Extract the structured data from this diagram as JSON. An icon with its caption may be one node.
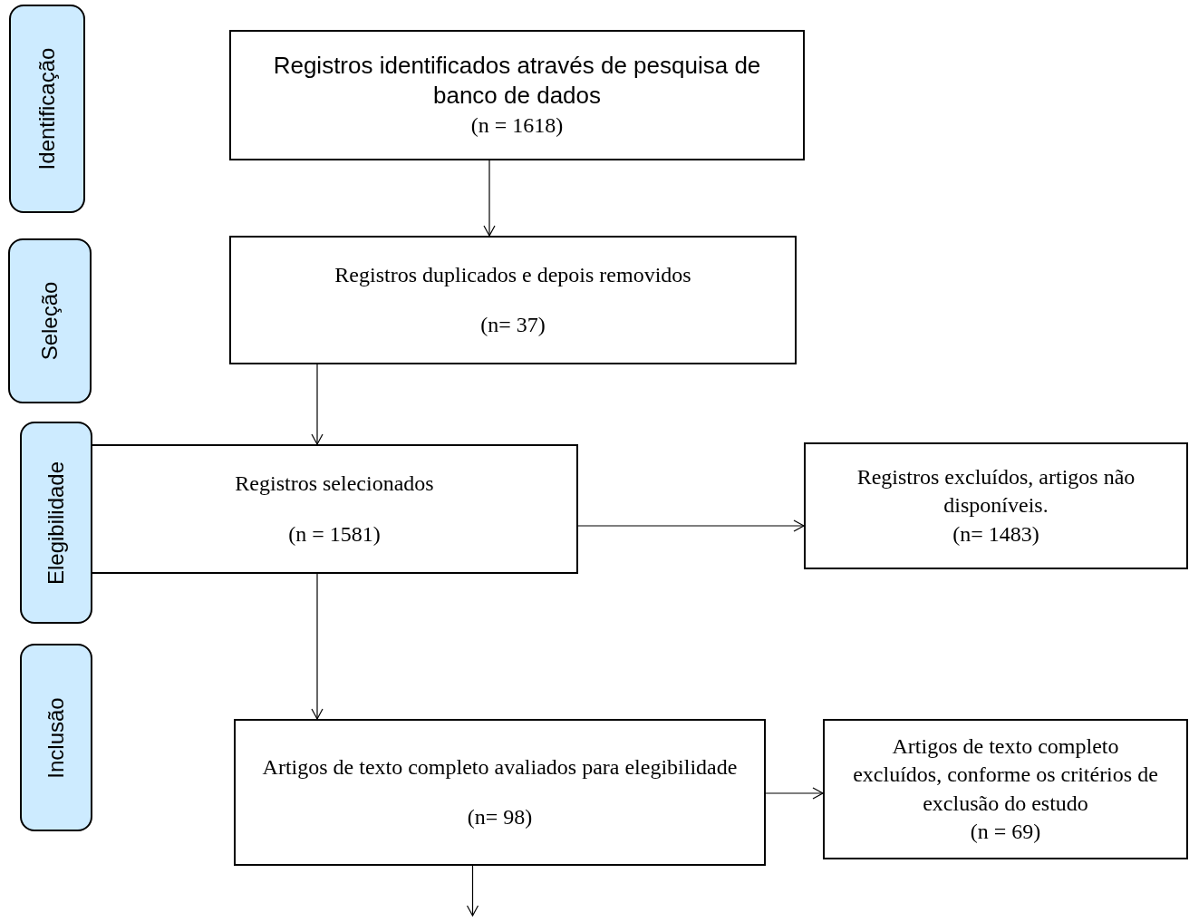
{
  "diagram": {
    "nodes": [
      {
        "text": [
          "Identificação"
        ]
      },
      {
        "text": [
          "Registros identificados através de pesquisa de banco de dados",
          "(n = 1618)"
        ]
      },
      {
        "text": [
          "Seleção"
        ]
      },
      {
        "text": [
          "Registros duplicados e depois removidos",
          "(n= 37)"
        ]
      },
      {
        "text": [
          "Elegibilidade"
        ]
      },
      {
        "text": [
          "Registros selecionados",
          "(n = 1581)"
        ]
      },
      {
        "text": [
          "Registros excluídos, artigos não disponíveis.",
          "(n= 1483)"
        ]
      },
      {
        "text": [
          "Inclusão"
        ]
      },
      {
        "text": [
          "Artigos de texto completo avaliados para elegibilidade",
          "(n= 98)"
        ]
      },
      {
        "text": [
          "Artigos de texto completo excluídos, conforme os critérios de exclusão do estudo",
          "(n = 69)"
        ]
      }
    ],
    "edges": [
      {
        "from": 1,
        "to": 3,
        "arrow": "to"
      },
      {
        "from": 3,
        "to": 5,
        "arrow": "to"
      },
      {
        "from": 5,
        "to": 6,
        "arrow": "to"
      },
      {
        "from": 5,
        "to": 8,
        "arrow": "to"
      },
      {
        "from": 8,
        "to": 9,
        "arrow": "to"
      },
      {
        "from": 8,
        "to": null,
        "arrow": "to"
      }
    ]
  }
}
